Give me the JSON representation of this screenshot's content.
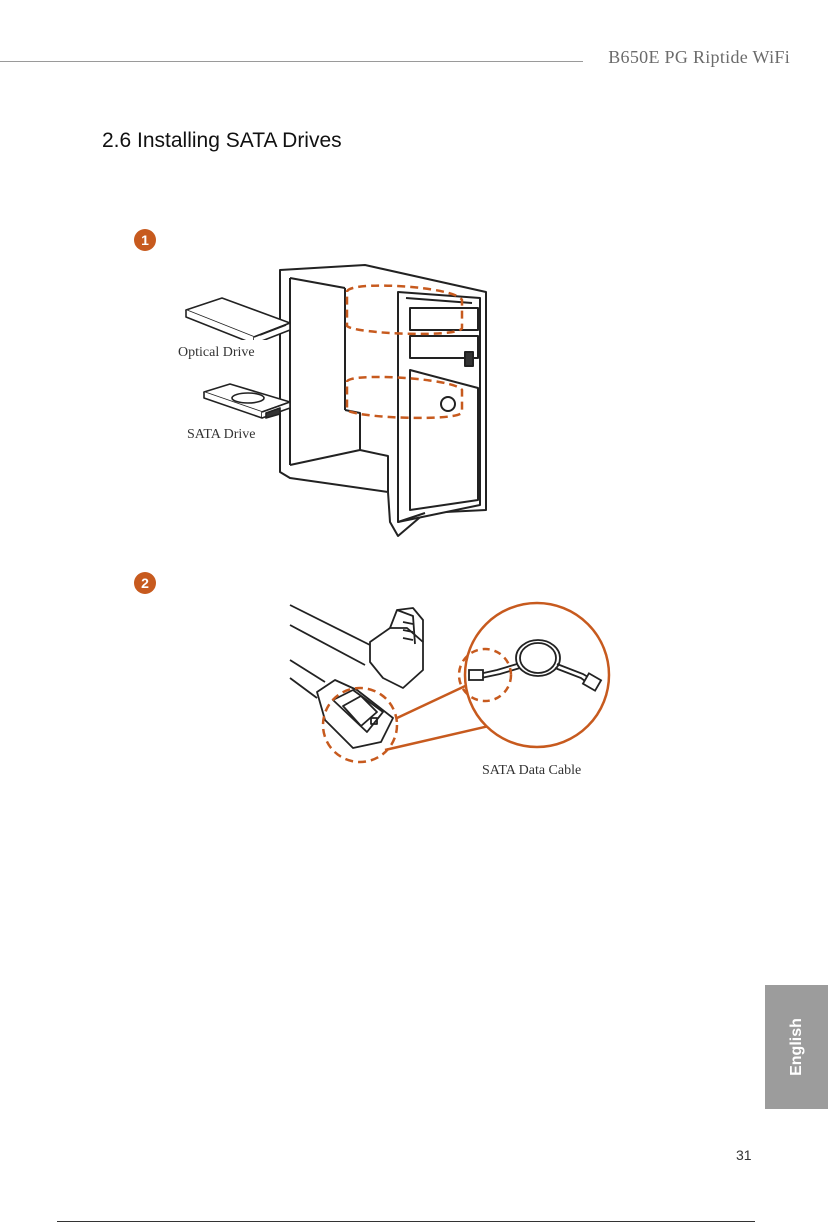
{
  "header": {
    "title": "B650E PG Riptide WiFi"
  },
  "section": {
    "title": "2.6  Installing SATA Drives"
  },
  "steps": [
    {
      "number": "1"
    },
    {
      "number": "2"
    }
  ],
  "figure1": {
    "optical_drive_label": "Optical Drive",
    "sata_drive_label": "SATA Drive"
  },
  "figure2": {
    "cable_label": "SATA Data Cable"
  },
  "side_tab": {
    "language": "English"
  },
  "footer": {
    "page_number": "31"
  },
  "colors": {
    "accent": "#c75a1e",
    "tab": "#9c9c9c"
  }
}
